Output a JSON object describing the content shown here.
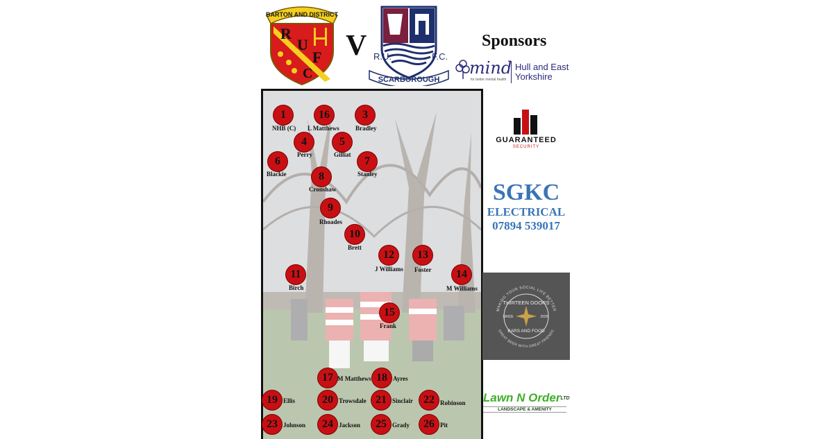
{
  "header": {
    "home_crest": {
      "arc_text": "BARTON AND DISTRICT",
      "letters": [
        "R",
        "U",
        "F",
        "C"
      ]
    },
    "vs": "V",
    "away_crest": {
      "left": "R.U.",
      "right": "F.C.",
      "banner": "SCARBOROUGH"
    },
    "sponsors_title": "Sponsors"
  },
  "sponsors": {
    "mind": {
      "word": "mind",
      "tag": "for better mental health",
      "region": "Hull and East Yorkshire"
    },
    "guaranteed": {
      "name": "GUARANTEED",
      "sub": "SECURITY"
    },
    "sgkc": {
      "line1": "SGKC",
      "line2": "ELECTRICAL",
      "line3": "07894 539017"
    },
    "thirteen_doors": {
      "name": "THIRTEEN DOORS",
      "top_arc": "MAKING YOUR SOCIAL LIFE BETTER",
      "since": "SINCE",
      "year": "2020",
      "sub": "BARS AND FOOD",
      "bottom_arc": "GREAT BEER WITH GREAT FRIENDS"
    },
    "lawn_n_order": {
      "name": "Lawn N Order",
      "suffix": "LTD",
      "sub": "LANDSCAPE & AMENITY"
    }
  },
  "lineup": {
    "starters": [
      {
        "num": "1",
        "name": "NHB (C)"
      },
      {
        "num": "16",
        "name": "L Matthews"
      },
      {
        "num": "3",
        "name": "Bradley"
      },
      {
        "num": "4",
        "name": "Perry"
      },
      {
        "num": "5",
        "name": "Gilliat"
      },
      {
        "num": "6",
        "name": "Blackie"
      },
      {
        "num": "7",
        "name": "Stanley"
      },
      {
        "num": "8",
        "name": "Cronshaw"
      },
      {
        "num": "9",
        "name": "Rhoades"
      },
      {
        "num": "10",
        "name": "Brett"
      },
      {
        "num": "12",
        "name": "J Williams"
      },
      {
        "num": "13",
        "name": "Foster"
      },
      {
        "num": "14",
        "name": "M Williams"
      },
      {
        "num": "11",
        "name": "Birch"
      },
      {
        "num": "15",
        "name": "Frank"
      }
    ],
    "bench": [
      {
        "num": "17",
        "name": "M Matthews"
      },
      {
        "num": "18",
        "name": "Ayres"
      },
      {
        "num": "19",
        "name": "Ellis"
      },
      {
        "num": "20",
        "name": "Trowsdale"
      },
      {
        "num": "21",
        "name": "Sinclair"
      },
      {
        "num": "22",
        "name": "Robinson"
      },
      {
        "num": "23",
        "name": "Johnson"
      },
      {
        "num": "24",
        "name": "Jackson"
      },
      {
        "num": "25",
        "name": "Grady"
      },
      {
        "num": "26",
        "name": "Pit"
      }
    ]
  },
  "colors": {
    "badge_red": "#c81014",
    "sgkc_blue": "#3a74b5",
    "lawn_green": "#3fae29",
    "away_navy": "#1e2f6e",
    "away_maroon": "#7a1f3d"
  }
}
